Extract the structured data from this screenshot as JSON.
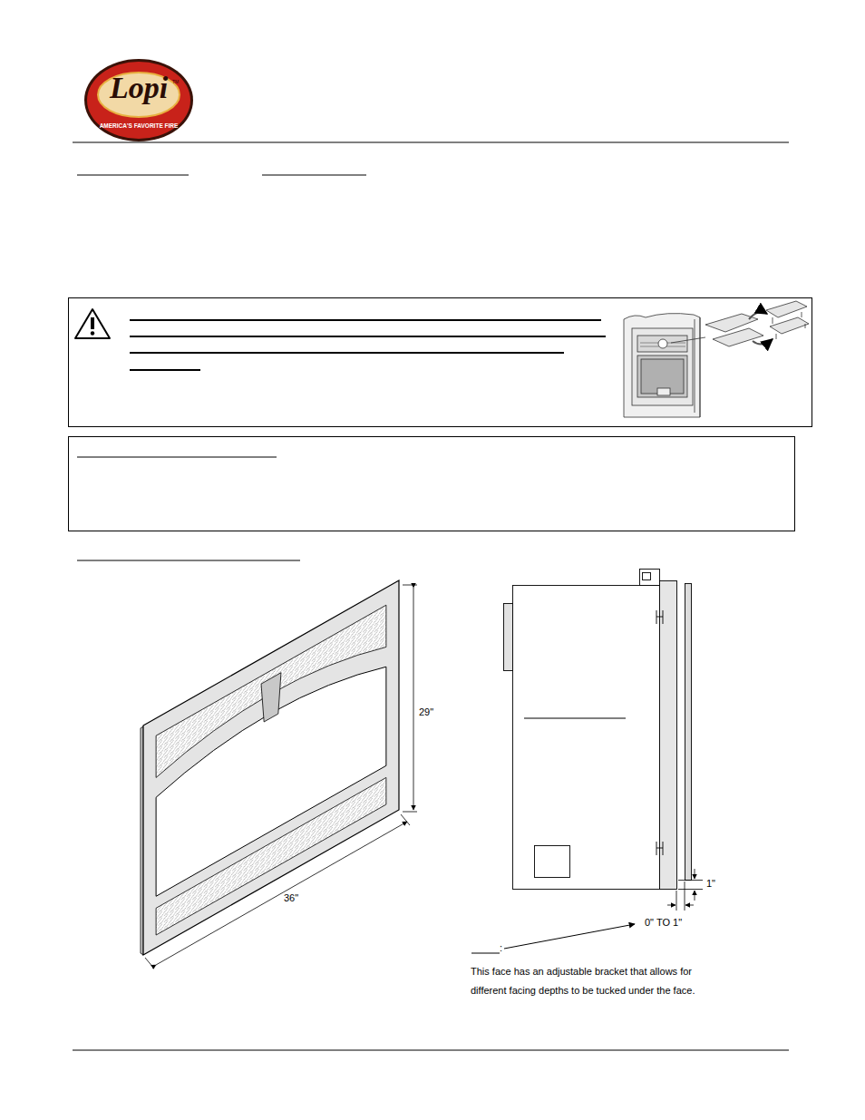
{
  "diagram": {
    "nodes": [
      {
        "text": [
          "Lopi",
          "TM",
          "AMERICA'S FAVORITE FIRE"
        ]
      }
    ],
    "labels": [
      "29\"",
      "36\"",
      "1\"",
      "0\" TO 1\"",
      ":",
      "This face has an adjustable bracket that allows for different facing depths to be tucked under the face."
    ]
  }
}
